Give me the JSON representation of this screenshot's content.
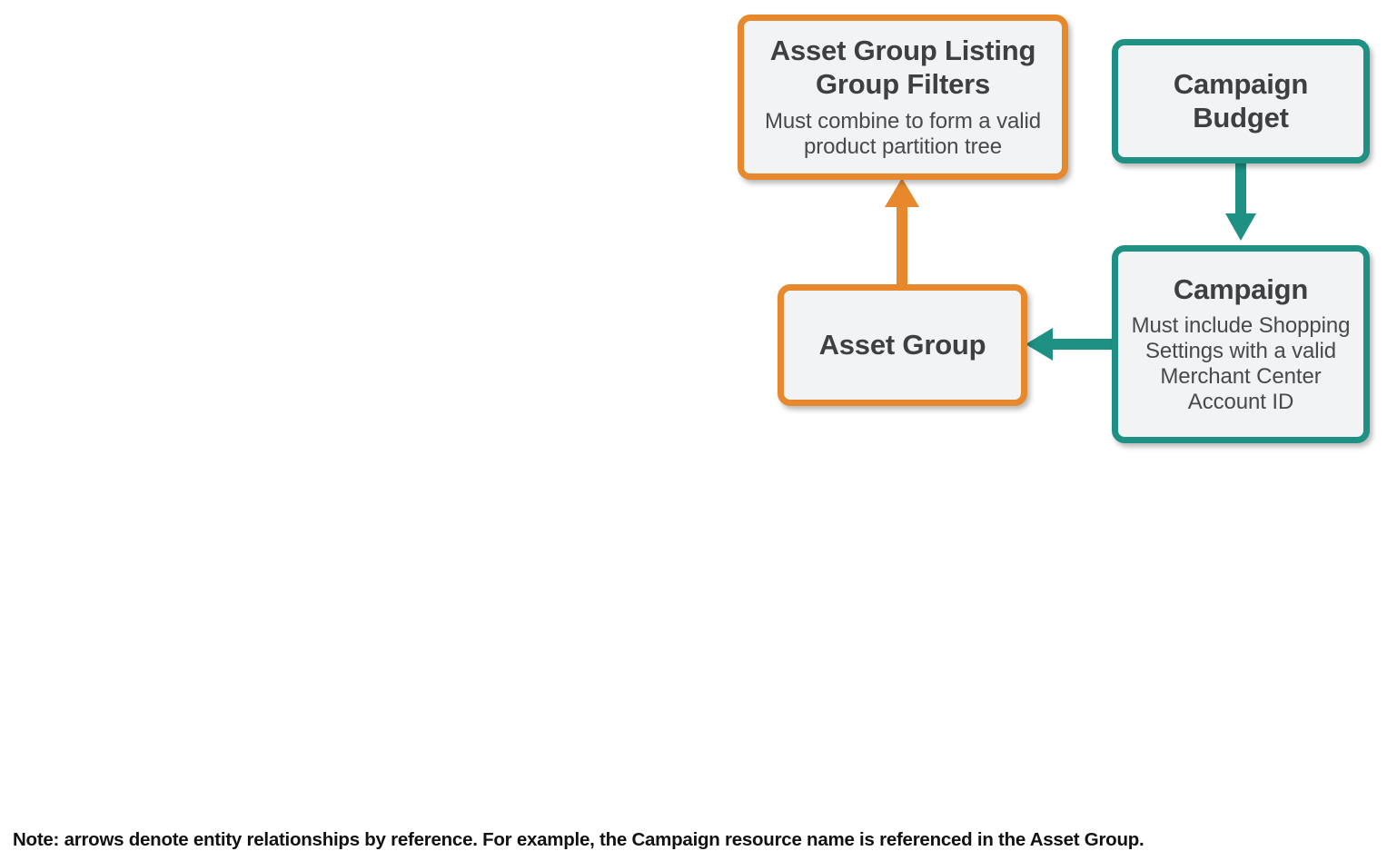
{
  "diagram": {
    "type": "entity-relationship",
    "background_color": "#ffffff",
    "colors": {
      "orange": "#e6882b",
      "teal": "#1e9184",
      "node_fill": "#f1f3f4",
      "text": "#3c4043"
    },
    "nodes": [
      {
        "id": "asset-group-listing-group-filters",
        "title": "Asset Group Listing Group Filters",
        "subtitle": "Must combine to form a valid product partition tree",
        "color": "#e6882b"
      },
      {
        "id": "campaign-budget",
        "title": "Campaign Budget",
        "subtitle": "",
        "color": "#1e9184"
      },
      {
        "id": "asset-group",
        "title": "Asset Group",
        "subtitle": "",
        "color": "#e6882b"
      },
      {
        "id": "campaign",
        "title": "Campaign",
        "subtitle": "Must include Shopping Settings with a valid Merchant Center Account ID",
        "color": "#1e9184"
      }
    ],
    "edges": [
      {
        "id": "asset-group-to-listing-group-filters",
        "from": "asset-group",
        "to": "asset-group-listing-group-filters",
        "direction": "up",
        "color": "#e6882b"
      },
      {
        "id": "campaign-budget-to-campaign",
        "from": "campaign-budget",
        "to": "campaign",
        "direction": "down",
        "color": "#1e9184"
      },
      {
        "id": "campaign-to-asset-group",
        "from": "campaign",
        "to": "asset-group",
        "direction": "left",
        "color": "#1e9184"
      }
    ],
    "note": "Note: arrows denote entity relationships by reference. For example, the Campaign resource name is referenced in the Asset Group."
  }
}
